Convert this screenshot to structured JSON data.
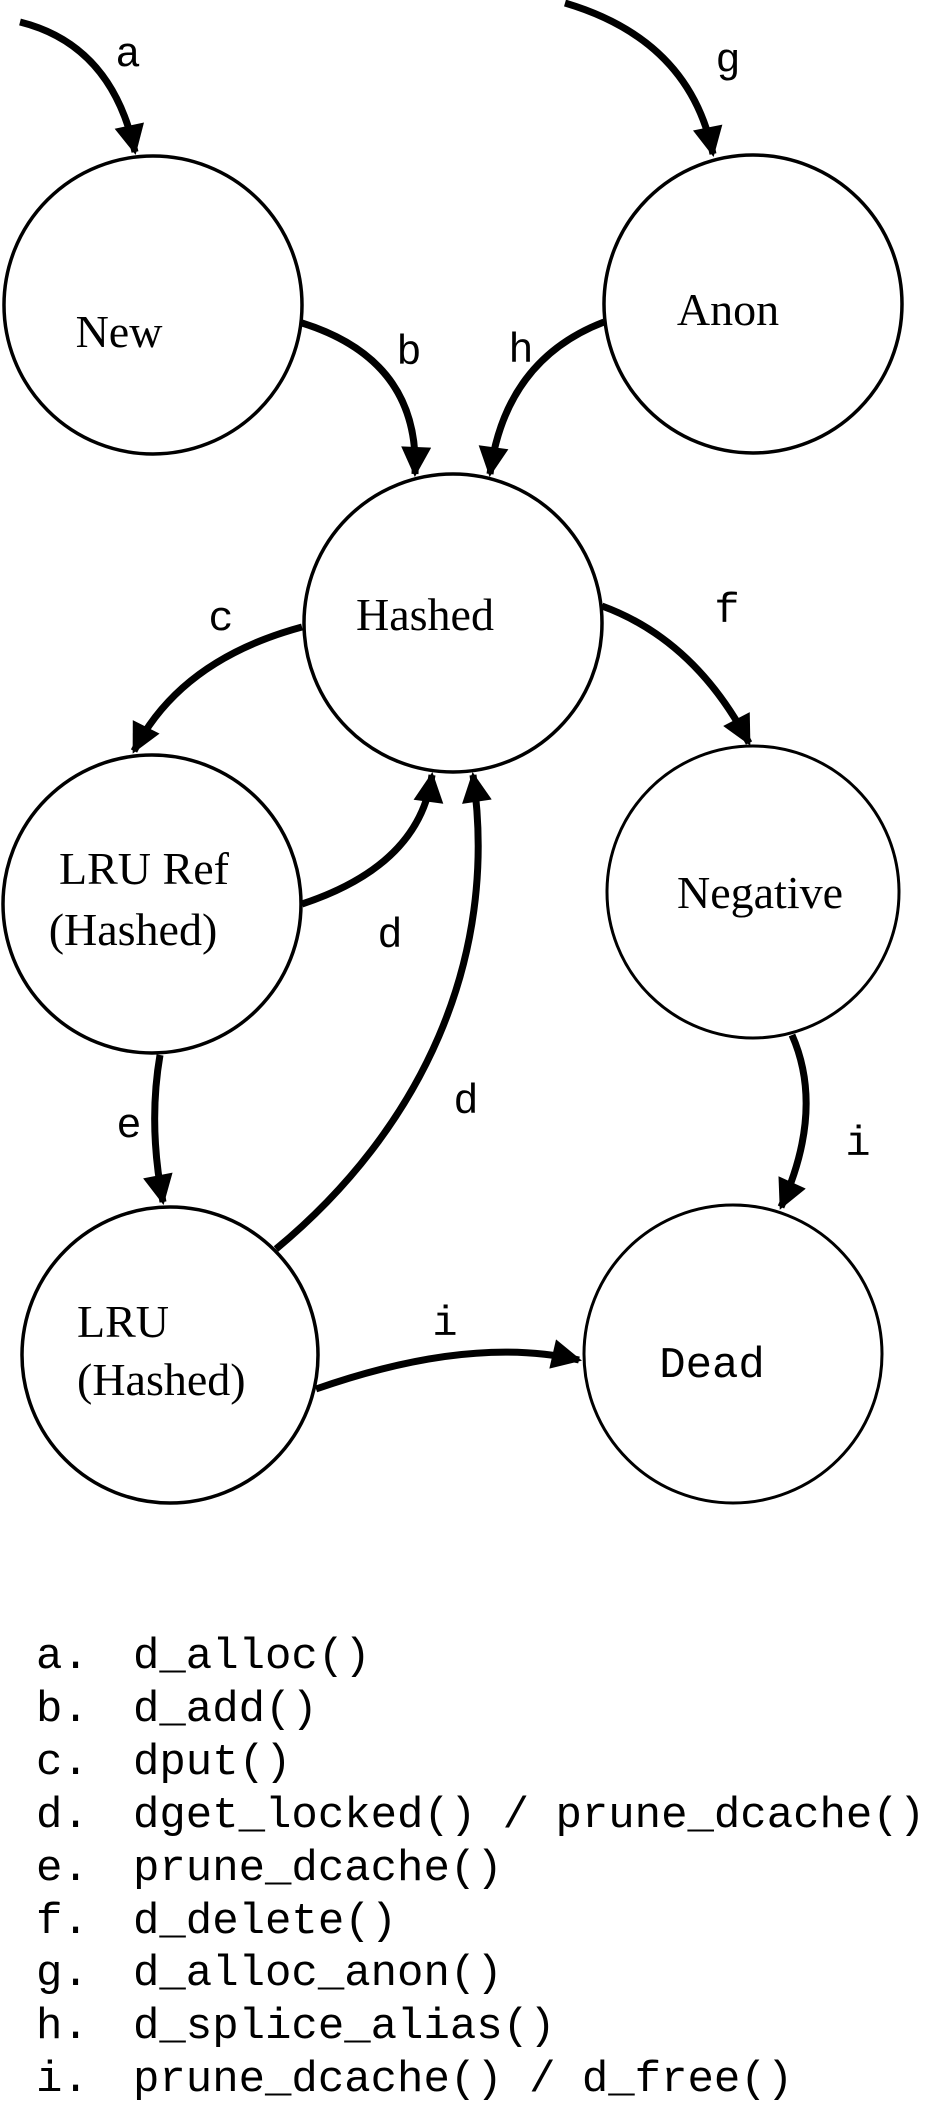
{
  "figure": {
    "description_colors": {
      "ink": "#000000",
      "background": "#ffffff"
    }
  },
  "nodes": {
    "new": {
      "label": "New"
    },
    "anon": {
      "label": "Anon"
    },
    "hashed": {
      "label": "Hashed"
    },
    "lru_ref": {
      "line1": "LRU Ref",
      "line2": "(Hashed)"
    },
    "negative": {
      "label": "Negative"
    },
    "lru": {
      "line1": "LRU",
      "line2": "(Hashed)"
    },
    "dead": {
      "label": "Dead"
    }
  },
  "edge_labels": {
    "a": "a",
    "b": "b",
    "c": "c",
    "d1": "d",
    "d2": "d",
    "e": "e",
    "f": "f",
    "g": "g",
    "h": "h",
    "i1": "i",
    "i2": "i"
  },
  "legend": {
    "items": [
      {
        "key": "a.",
        "desc": "d_alloc()"
      },
      {
        "key": "b.",
        "desc": "d_add()"
      },
      {
        "key": "c.",
        "desc": "dput()"
      },
      {
        "key": "d.",
        "desc": "dget_locked() / prune_dcache()"
      },
      {
        "key": "e.",
        "desc": "prune_dcache()"
      },
      {
        "key": "f.",
        "desc": "d_delete()"
      },
      {
        "key": "g.",
        "desc": "d_alloc_anon()"
      },
      {
        "key": "h.",
        "desc": "d_splice_alias()"
      },
      {
        "key": "i.",
        "desc": "prune_dcache() / d_free()"
      }
    ]
  }
}
